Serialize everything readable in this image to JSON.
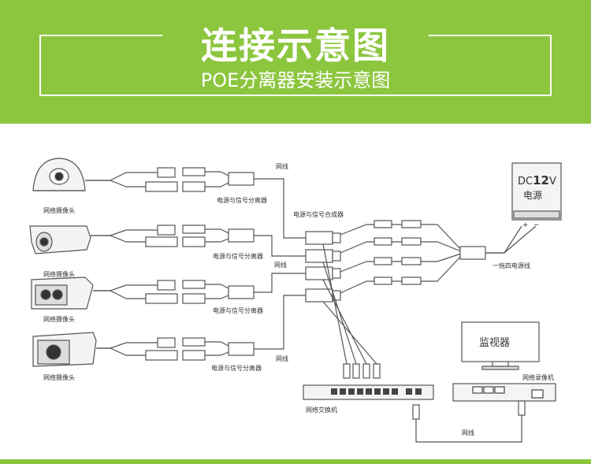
{
  "header": {
    "title": "连接示意图",
    "subtitle": "POE分离器安装示意图"
  },
  "labels": {
    "camera": "网络摄像头",
    "splitter": "电源与信号分离器",
    "cable": "网线",
    "combiner": "电源与信号合成器",
    "power_title_prefix": "DC",
    "power_title_number": "12",
    "power_title_suffix": "V",
    "power_name": "电源",
    "power_plus": "+",
    "power_minus": "−",
    "power_cable": "一拖四电源线",
    "monitor": "监视器",
    "nvr": "网络录像机",
    "switch": "网络交换机"
  },
  "colors": {
    "banner": "#8cc63f",
    "line": "#555555",
    "device_fill": "#f4f4f4"
  }
}
